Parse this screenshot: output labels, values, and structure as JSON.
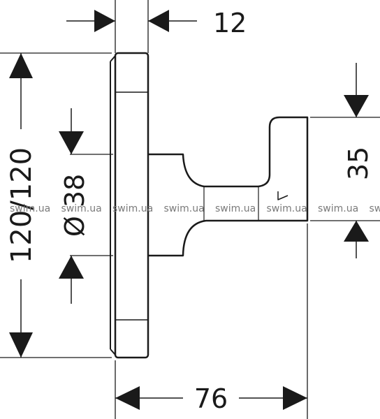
{
  "dimensions": {
    "width_label": "12",
    "total_height_label": "120/120",
    "diameter_label": "Ø 38",
    "hook_height_label": "35",
    "depth_label": "76"
  },
  "watermark": {
    "text": "swim.ua",
    "repeat_count": 8
  },
  "colors": {
    "line": "#1a1a1a",
    "watermark": "#7a7a7a",
    "background": "#ffffff"
  }
}
